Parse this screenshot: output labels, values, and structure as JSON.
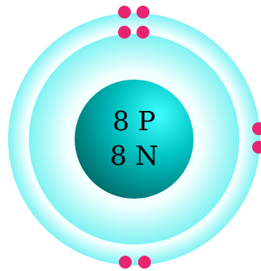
{
  "nucleus": {
    "protons_label": "8 P",
    "neutrons_label": "8 N"
  },
  "shells": [
    {
      "name": "inner",
      "electrons": 2
    },
    {
      "name": "outer",
      "electrons": 6
    }
  ],
  "colors": {
    "background": "#ffffff",
    "shell_light": "#f2ffff",
    "shell_dark": "#7ff2f2",
    "nucleus_highlight": "#40ffff",
    "nucleus_mid": "#00c4c4",
    "nucleus_dark": "#006e6e",
    "electron": "#e8246f",
    "text": "#000000"
  }
}
